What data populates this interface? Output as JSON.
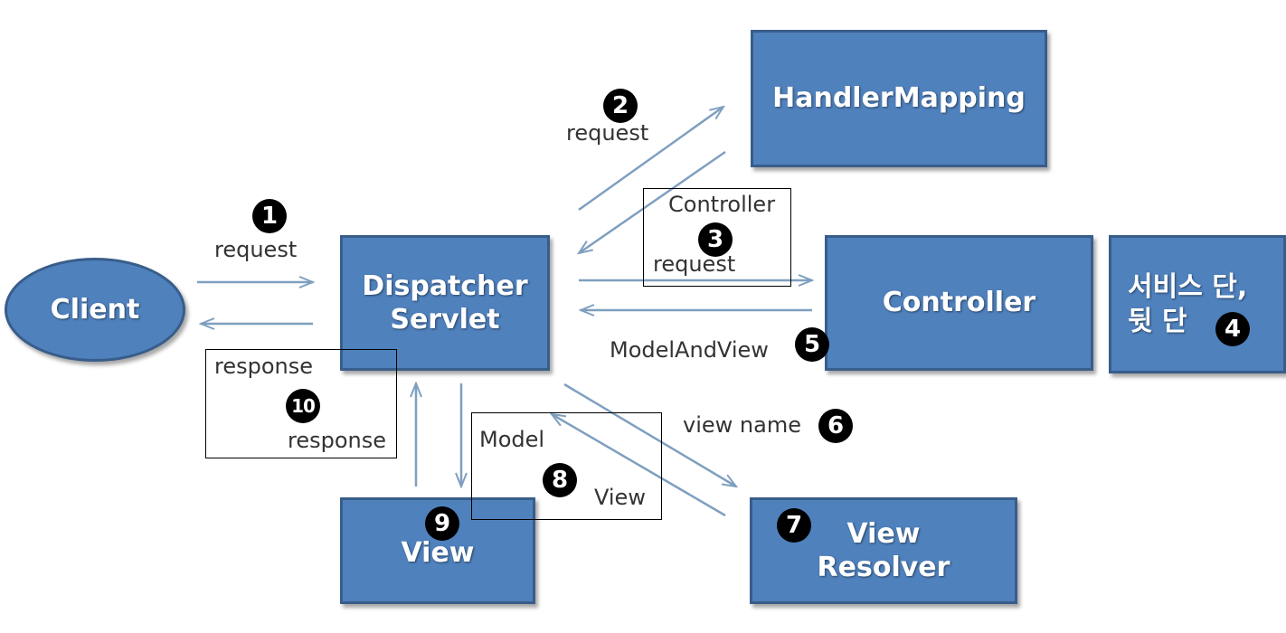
{
  "nodes": {
    "client": "Client",
    "dispatcher": "Dispatcher\nServlet",
    "handler_mapping": "HandlerMapping",
    "controller": "Controller",
    "service": "서비스 단,\n뒷 단",
    "view": "View",
    "view_resolver": "View\nResolver"
  },
  "labels": {
    "request_1": "request",
    "request_2": "request",
    "controller_3": "Controller",
    "request_3": "request",
    "model_and_view": "ModelAndView",
    "view_name": "view name",
    "model": "Model",
    "view_8": "View",
    "response_top": "response",
    "response_bottom": "response"
  },
  "steps": {
    "s1": "1",
    "s2": "2",
    "s3": "3",
    "s4": "4",
    "s5": "5",
    "s6": "6",
    "s7": "7",
    "s8": "8",
    "s9": "9",
    "s10": "10"
  },
  "colors": {
    "box_fill": "#4f81bd",
    "box_border": "#385d8a",
    "arrow": "#7f9fbf"
  }
}
